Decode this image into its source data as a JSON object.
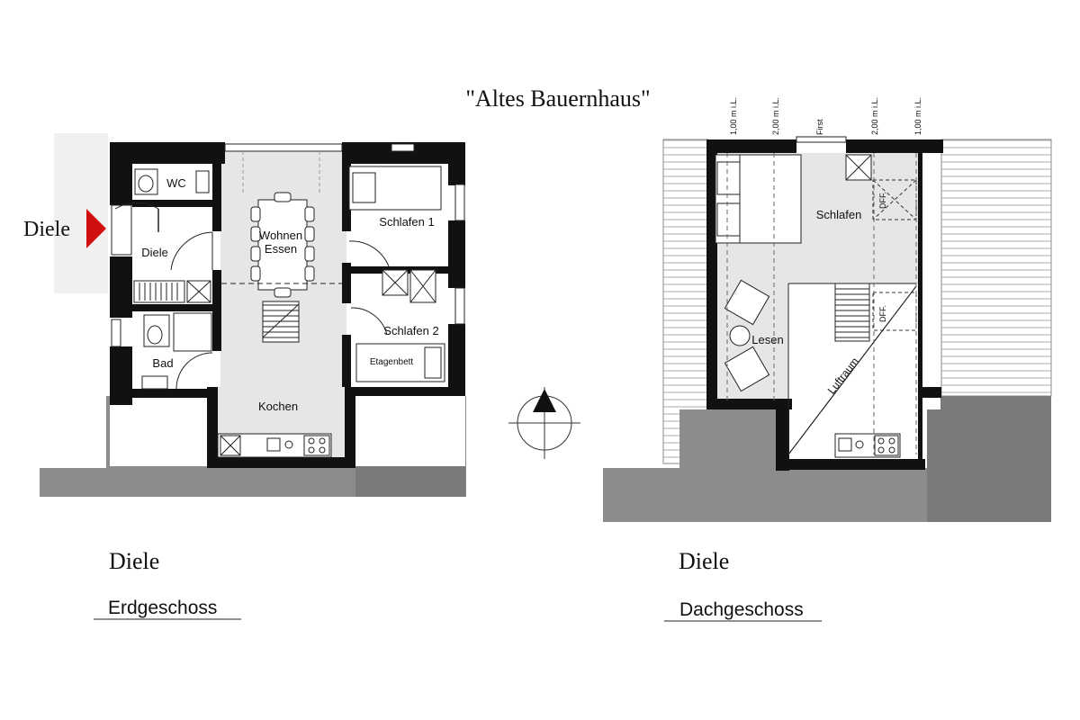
{
  "title": "\"Altes Bauernhaus\"",
  "ground_floor": {
    "entrance_label": "Diele",
    "rooms": {
      "wc": "WC",
      "diele": "Diele",
      "wohnen": "Wohnen",
      "essen": "Essen",
      "schlafen1": "Schlafen 1",
      "schlafen2": "Schlafen 2",
      "etagenbett": "Etagenbett",
      "bad": "Bad",
      "kochen": "Kochen"
    },
    "caption": "Diele",
    "floor_name": "Erdgeschoss"
  },
  "attic": {
    "height_marks": [
      "1,00 m i.L.",
      "2,00 m i.L.",
      "First",
      "2,00 m i.L.",
      "1,00 m i.L."
    ],
    "rooms": {
      "schlafen": "Schlafen",
      "lesen": "Lesen",
      "luftraum": "Luftraum",
      "dff1": "DFF.",
      "dff2": "DFF."
    },
    "caption": "Diele",
    "floor_name": "Dachgeschoss"
  },
  "colors": {
    "wall": "#111111",
    "room_fill": "#e6e6e6",
    "surround": "#8c8c8c",
    "entrance_arrow": "#d01010"
  }
}
